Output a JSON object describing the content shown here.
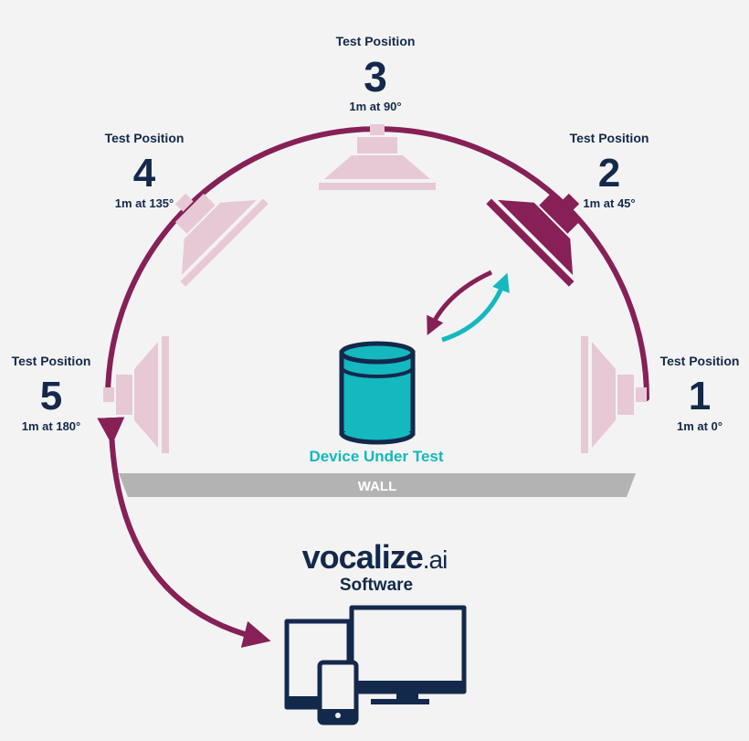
{
  "positions": [
    {
      "heading": "Test Position",
      "number": "1",
      "detail": "1m at 0°",
      "active": false
    },
    {
      "heading": "Test Position",
      "number": "2",
      "detail": "1m at 45°",
      "active": true
    },
    {
      "heading": "Test Position",
      "number": "3",
      "detail": "1m at 90°",
      "active": false
    },
    {
      "heading": "Test Position",
      "number": "4",
      "detail": "1m at 135°",
      "active": false
    },
    {
      "heading": "Test Position",
      "number": "5",
      "detail": "1m at 180°",
      "active": false
    }
  ],
  "device": {
    "label": "Device Under Test"
  },
  "wall": {
    "label": "WALL"
  },
  "software": {
    "brand_main": "vocalize",
    "brand_suffix": ".ai",
    "subtitle": "Software"
  },
  "colors": {
    "arc": "#862056",
    "speaker_inactive": "#e6c9d5",
    "speaker_active": "#862056",
    "device": "#14b8bf",
    "wall": "#b3b3b3",
    "text_dark": "#13294b",
    "background": "#f3f3f3"
  },
  "icons": [
    "speaker-icon",
    "bidirectional-arrow-icon",
    "cylinder-device-icon",
    "monitor-icon",
    "tablet-icon",
    "phone-icon"
  ]
}
